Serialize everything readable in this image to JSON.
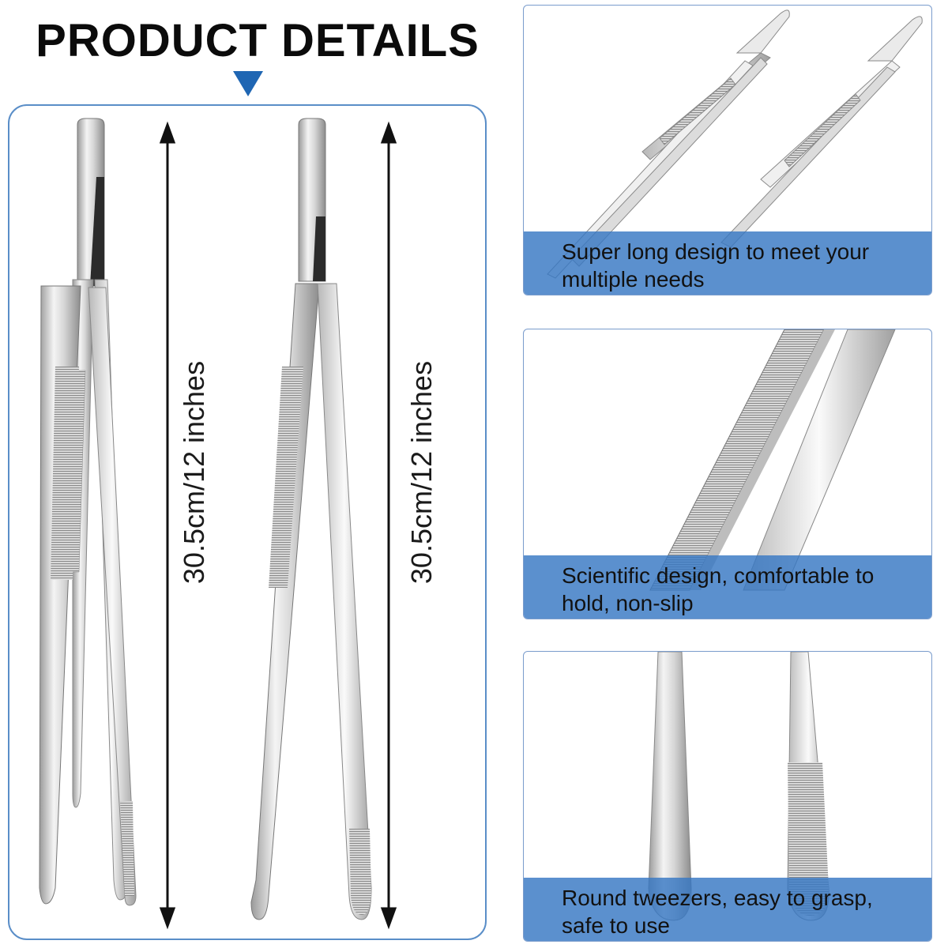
{
  "header": {
    "title": "PRODUCT DETAILS"
  },
  "main": {
    "dimension_left": "30.5cm/12 inches",
    "dimension_right": "30.5cm/12 inches"
  },
  "features": [
    {
      "caption": "Super long design to meet your multiple needs"
    },
    {
      "caption": "Scientific design, comfortable to hold, non-slip"
    },
    {
      "caption": "Round tweezers, easy to grasp, safe to use"
    }
  ],
  "colors": {
    "accent_blue": "#1f66b3",
    "caption_bar": "#3778c3",
    "steel_light": "#f2f2f2",
    "steel_dark": "#8a8a8a"
  }
}
